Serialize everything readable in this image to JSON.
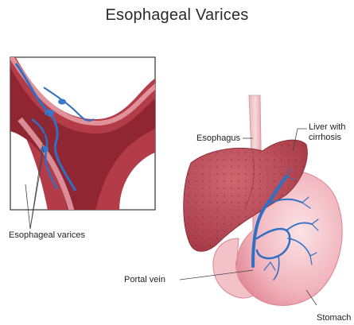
{
  "title": "Esophageal Varices",
  "labels": {
    "esophageal_varices": "Esophageal varices",
    "esophagus": "Esophagus",
    "liver_line1": "Liver with",
    "liver_line2": "cirrhosis",
    "portal_vein": "Portal vein",
    "stomach": "Stomach"
  },
  "colors": {
    "liver": "#b84a55",
    "esophagus_wall": "#a83a45",
    "stomach": "#f1b8c0",
    "vein": "#2f6fc4",
    "label_text": "#222222"
  }
}
